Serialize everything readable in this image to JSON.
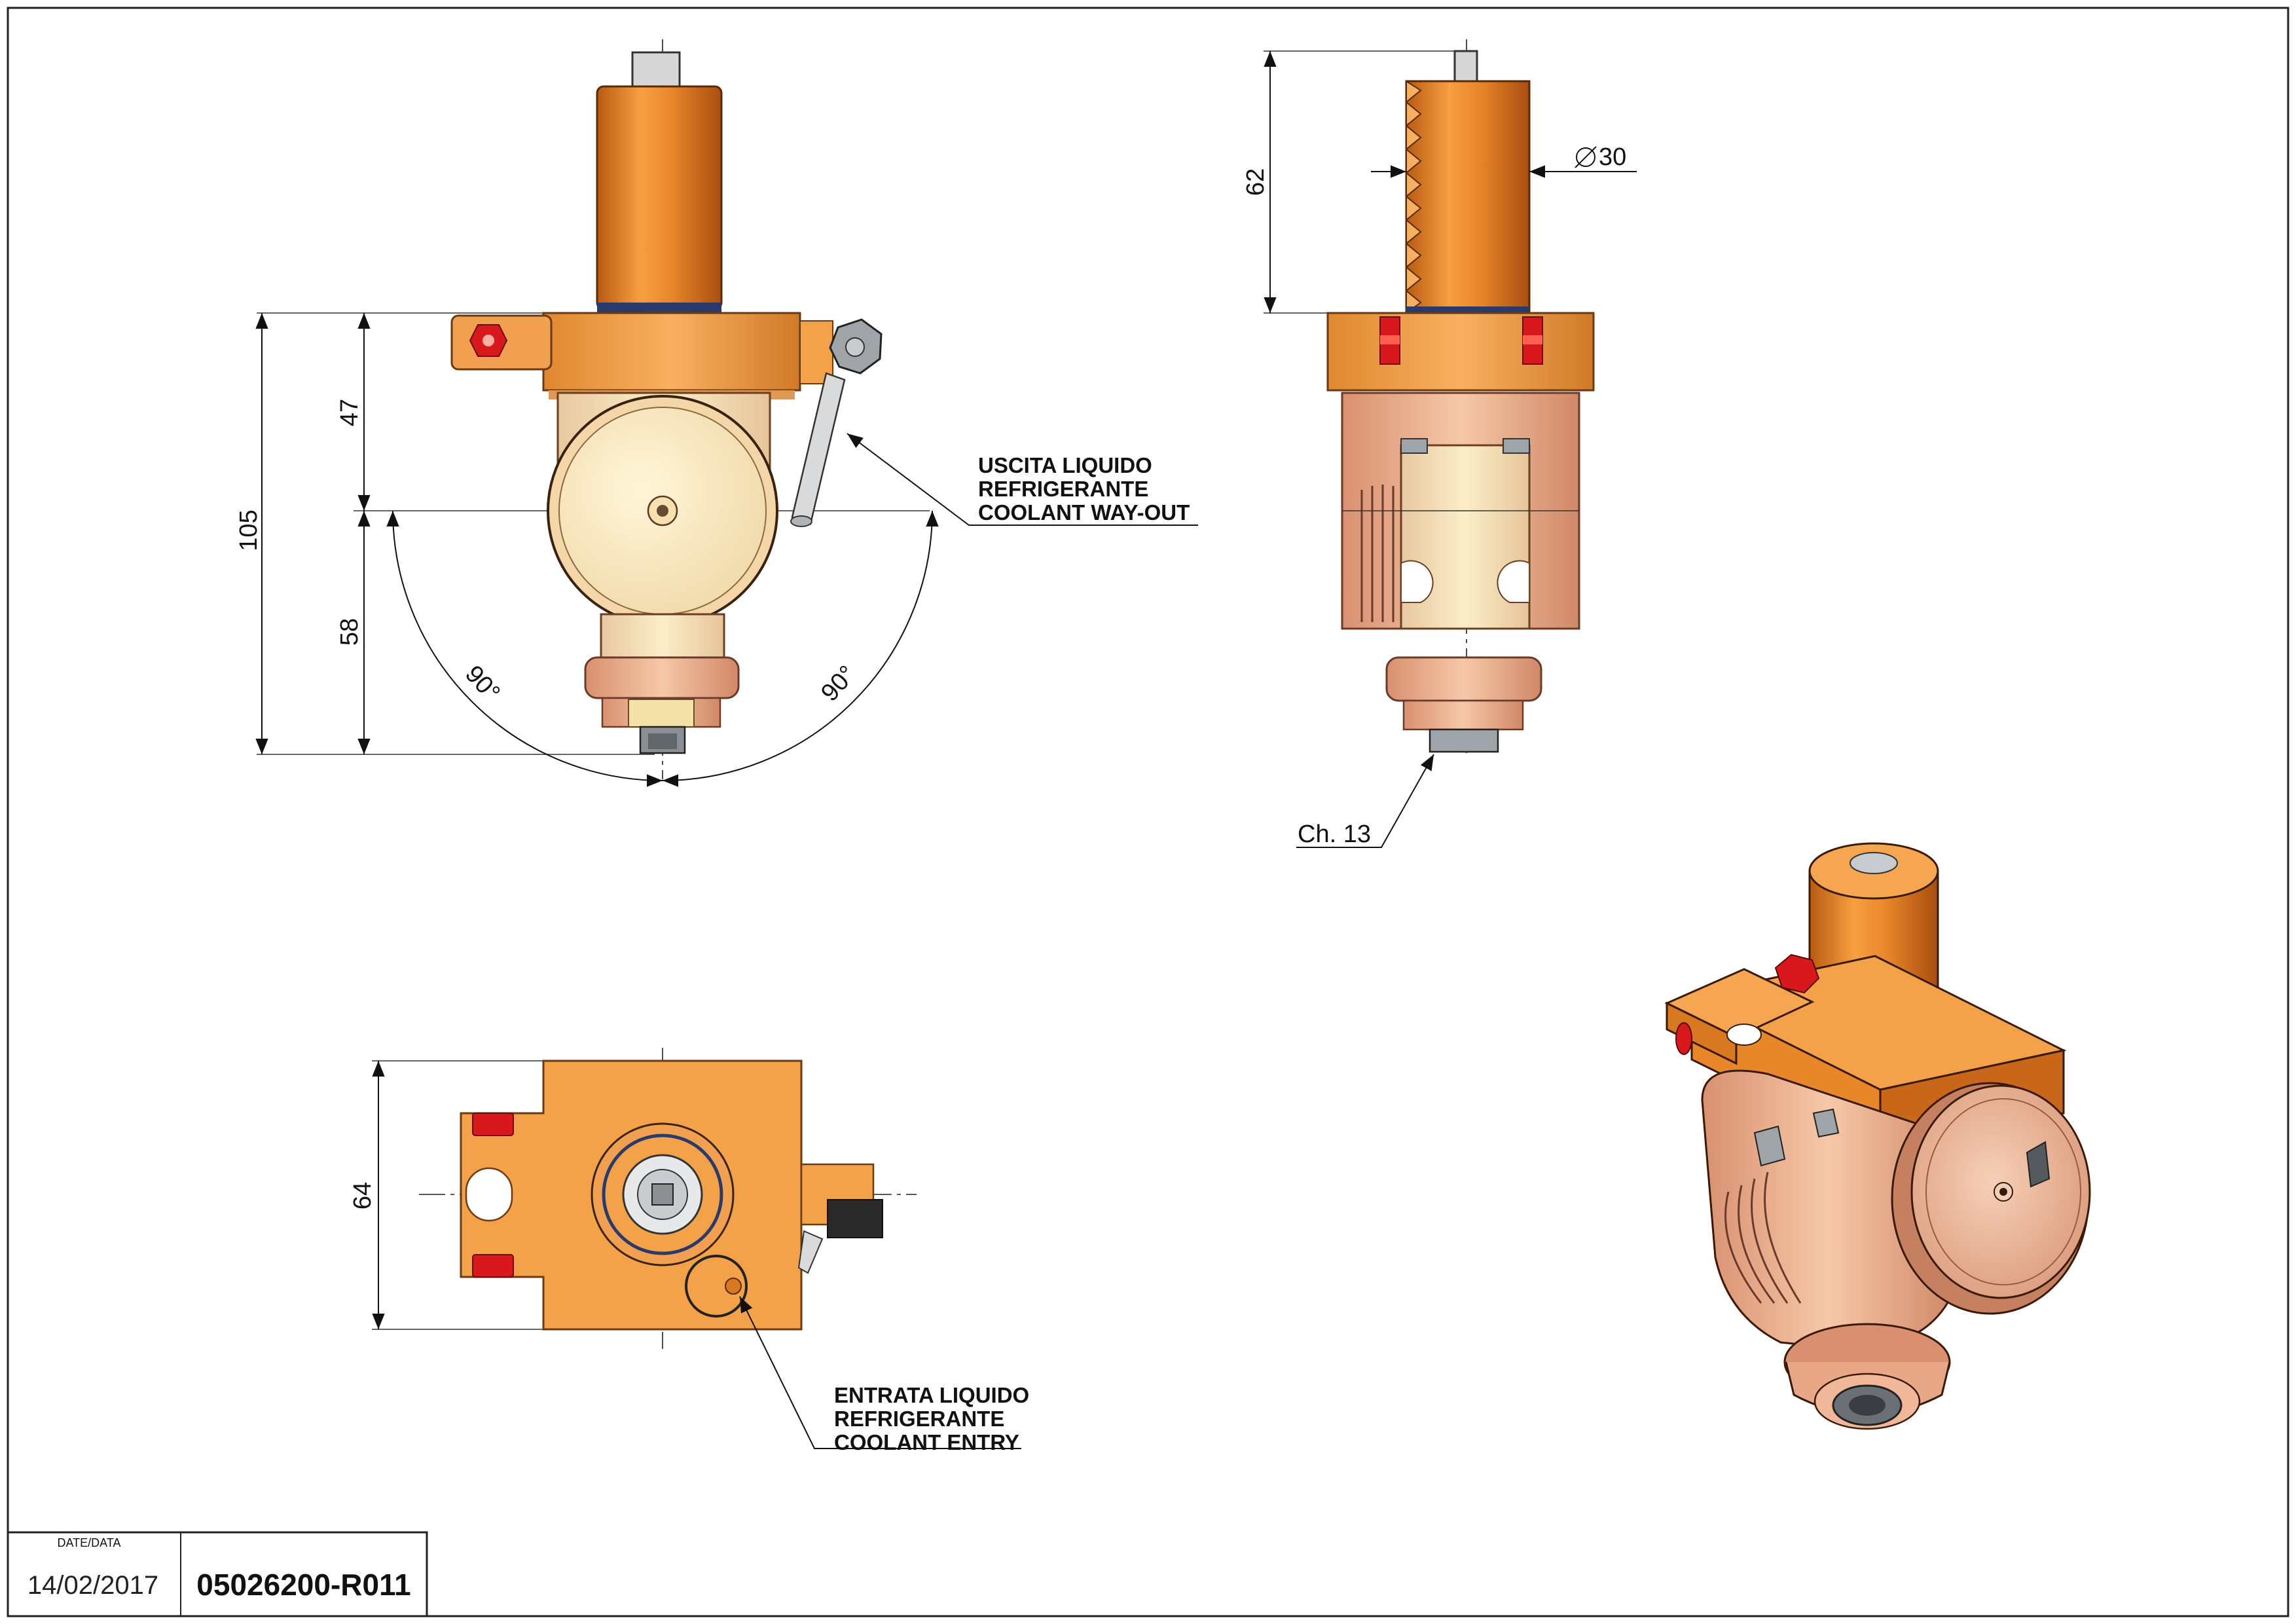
{
  "dimensions": {
    "overall_height": "105",
    "upper_height": "47",
    "lower_height": "58",
    "angle_left": "90°",
    "angle_right": "90°",
    "shank_length": "62",
    "shank_diameter": "30",
    "wrench_size": "Ch. 13",
    "body_width": "64"
  },
  "annotations": {
    "coolant_out": [
      "USCITA LIQUIDO",
      "REFRIGERANTE",
      "COOLANT WAY-OUT"
    ],
    "coolant_in": [
      "ENTRATA LIQUIDO",
      "REFRIGERANTE",
      "COOLANT ENTRY"
    ]
  },
  "title_block": {
    "date_label": "DATE/DATA",
    "date": "14/02/2017",
    "drawing_code": "05026200-R011"
  },
  "colors": {
    "shank_orange": "#e8862a",
    "flange_orange": "#f4a24a",
    "body_cream": "#f8e4b4",
    "head_salmon": "#eeb088",
    "bolt_red": "#d8181c",
    "hardware_grey": "#9ea4a8"
  }
}
